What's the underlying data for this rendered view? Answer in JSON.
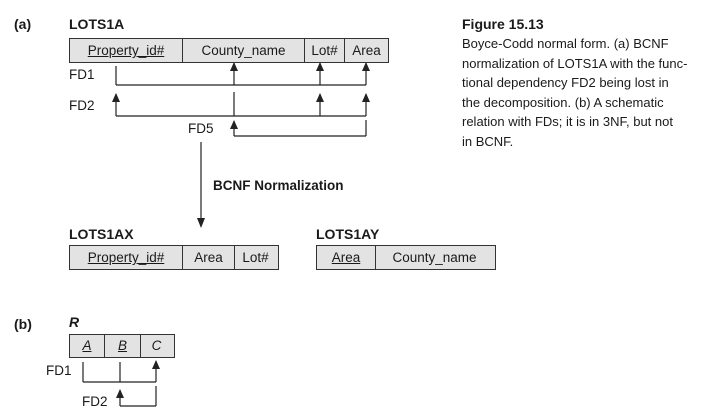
{
  "part_a": "(a)",
  "part_b": "(b)",
  "lots1a": {
    "name": "LOTS1A",
    "attrs": [
      "Property_id#",
      "County_name",
      "Lot#",
      "Area"
    ]
  },
  "fd_labels": {
    "fd1": "FD1",
    "fd2": "FD2",
    "fd5": "FD5"
  },
  "normalization": "BCNF Normalization",
  "lots1ax": {
    "name": "LOTS1AX",
    "attrs": [
      "Property_id#",
      "Area",
      "Lot#"
    ]
  },
  "lots1ay": {
    "name": "LOTS1AY",
    "attrs": [
      "Area",
      "County_name"
    ]
  },
  "r": {
    "name": "R",
    "attrs": [
      "A",
      "B",
      "C"
    ]
  },
  "fd_b": {
    "fd1": "FD1",
    "fd2": "FD2"
  },
  "figure": {
    "title": "Figure 15.13",
    "lines": [
      "Boyce-Codd normal form. (a) BCNF",
      "normalization of LOTS1A with the func-",
      "tional dependency FD2 being lost in",
      "the decomposition. (b) A schematic",
      "relation with FDs; it is in 3NF, but not",
      "in BCNF."
    ]
  }
}
